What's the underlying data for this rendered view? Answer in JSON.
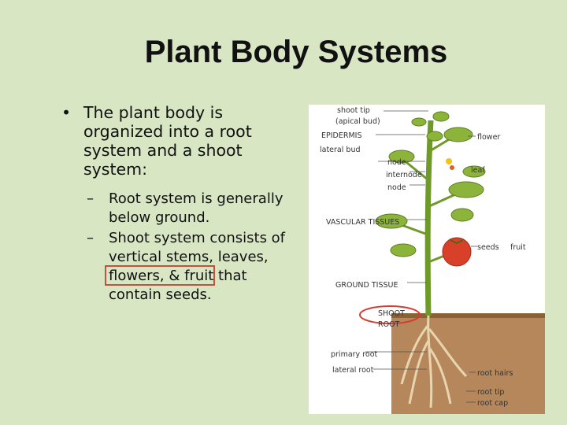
{
  "title": "Plant Body Systems",
  "bullet_main": "The plant body is organized into a root system and a shoot system:",
  "sub_bullets": [
    "Root system is generally below ground.",
    "Shoot system consists of vertical stems, leaves, flowers, & fruit that contain seeds."
  ],
  "figure_labels": {
    "shoot_tip": "shoot tip",
    "apical_bud": "(apical bud)",
    "epidermis": "EPIDERMIS",
    "lateral_bud": "lateral bud",
    "node1": "node",
    "internode": "internode",
    "node2": "node",
    "vascular": "VASCULAR TISSUES",
    "ground": "GROUND TISSUE",
    "shoot": "SHOOT",
    "root": "ROOT",
    "primary_root": "primary root",
    "lateral_root": "lateral root",
    "flower": "flower",
    "leaf": "leaf",
    "seeds": "seeds",
    "fruit": "fruit",
    "root_hairs": "root hairs",
    "root_tip": "root tip",
    "root_cap": "root cap"
  },
  "colors": {
    "background": "#d8e6c3",
    "highlight": "#c0523e",
    "leaf": "#8db43a",
    "fruit": "#d9402a",
    "soil": "#b5875a"
  }
}
